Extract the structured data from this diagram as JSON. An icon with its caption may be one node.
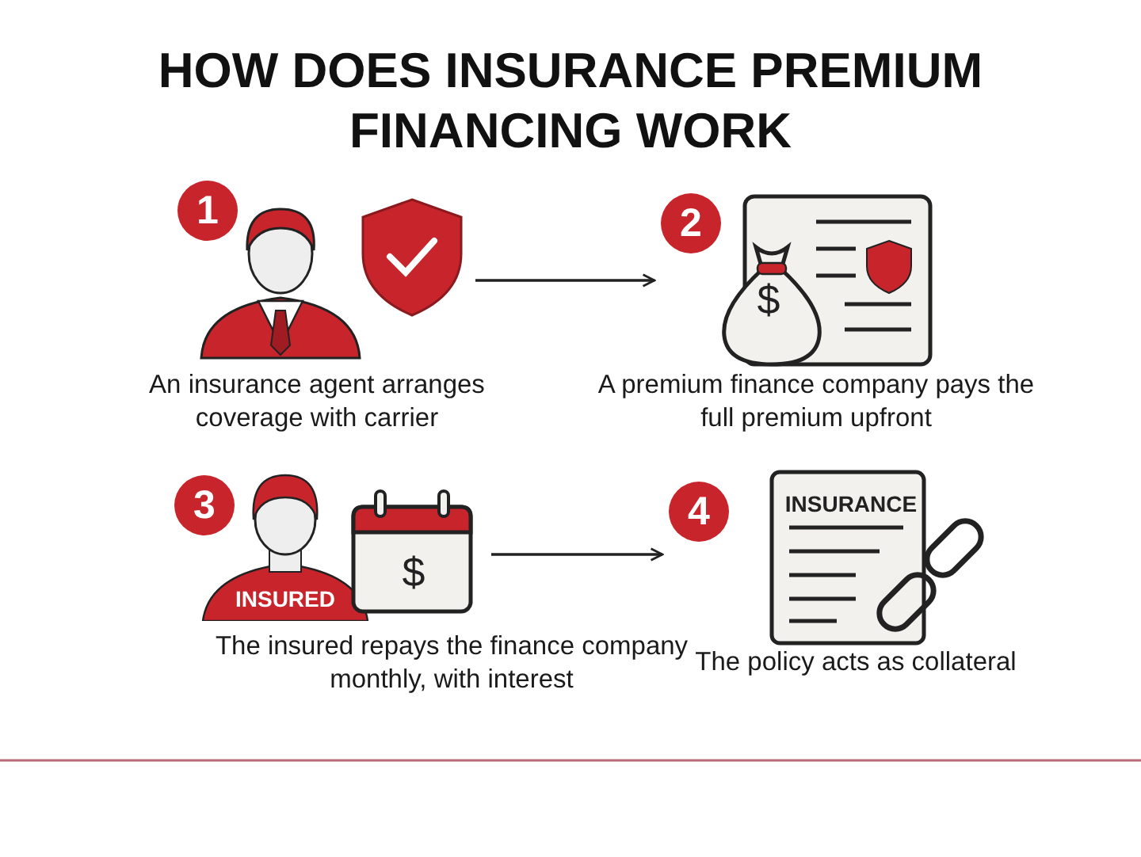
{
  "diagram": {
    "title": "HOW DOES INSURANCE PREMIUM FINANCING WORK",
    "nodes": [
      {
        "text": [
          "1"
        ],
        "beside": [
          "An insurance agent arranges coverage with carrier"
        ]
      },
      {
        "text": [
          "2"
        ],
        "beside": [
          "A premium finance company pays the full premium upfront"
        ]
      },
      {
        "text": [
          "3"
        ],
        "beside": [
          "The insured repays the finance company monthly, with interest"
        ]
      },
      {
        "text": [
          "4"
        ],
        "beside": [
          "The policy acts as collateral"
        ]
      }
    ],
    "edges": [
      {
        "from": 0,
        "to": 1,
        "arrow": "to"
      },
      {
        "from": 2,
        "to": 3,
        "arrow": "to"
      }
    ],
    "labels": [
      "$",
      "INSURED",
      "$",
      "INSURANCE"
    ]
  }
}
